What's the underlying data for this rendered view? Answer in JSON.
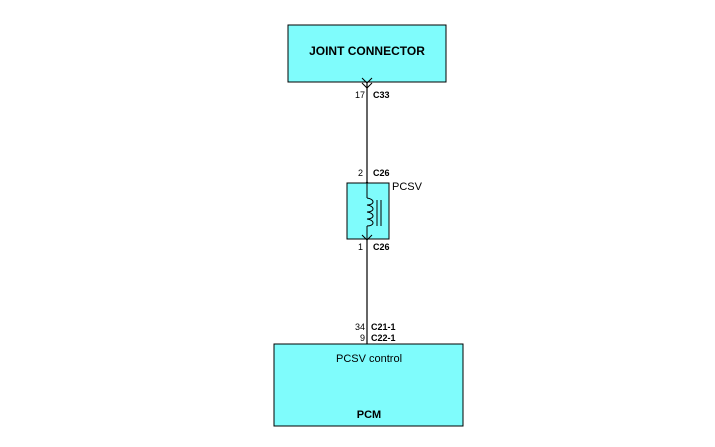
{
  "colors": {
    "component_fill": "#7ffcfc",
    "stroke": "#000000",
    "background": "#ffffff"
  },
  "joint_connector": {
    "title": "JOINT CONNECTOR",
    "pin": "17",
    "connector": "C33"
  },
  "pcsv": {
    "label": "PCSV",
    "top_pin": "2",
    "top_connector": "C26",
    "bottom_pin": "1",
    "bottom_connector": "C26",
    "icon": "solenoid-valve-icon"
  },
  "pcm": {
    "title": "PCM",
    "signal_label": "PCSV control",
    "pin_a": "34",
    "connector_a": "C21-1",
    "pin_b": "9",
    "connector_b": "C22-1"
  }
}
